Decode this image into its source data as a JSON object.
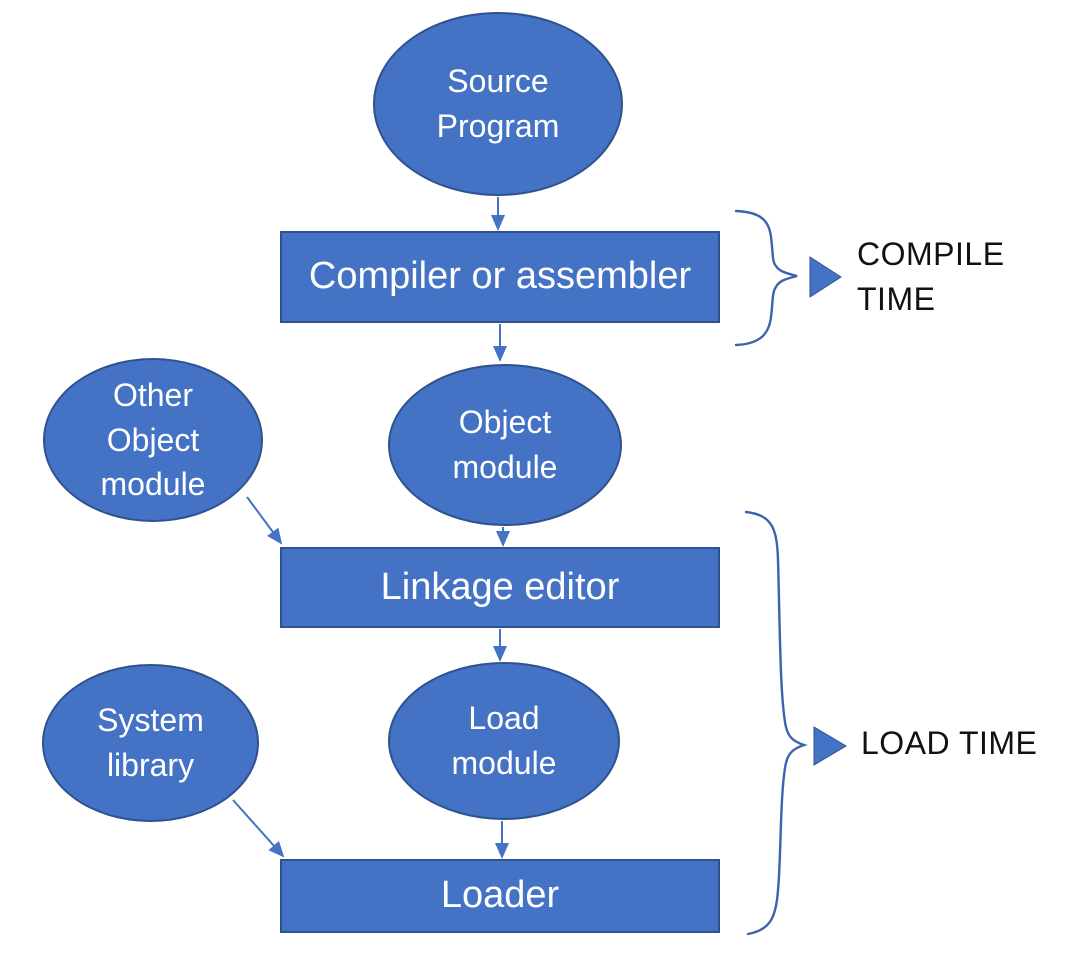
{
  "colors": {
    "shape_fill": "#4472C4",
    "shape_border": "#2F528F",
    "connector": "#4472C4",
    "brace": "#3D63AE",
    "shape_text": "#FFFFFF",
    "annotation_text": "#111111",
    "background": "#FFFFFF"
  },
  "nodes": {
    "source_program": {
      "label": "Source\nProgram",
      "shape": "ellipse"
    },
    "compiler": {
      "label": "Compiler or assembler",
      "shape": "rect"
    },
    "object_module": {
      "label": "Object\nmodule",
      "shape": "ellipse"
    },
    "other_object_module": {
      "label": "Other\nObject\nmodule",
      "shape": "ellipse"
    },
    "linkage_editor": {
      "label": "Linkage editor",
      "shape": "rect"
    },
    "load_module": {
      "label": "Load\nmodule",
      "shape": "ellipse"
    },
    "system_library": {
      "label": "System\nlibrary",
      "shape": "ellipse"
    },
    "loader": {
      "label": "Loader",
      "shape": "rect"
    }
  },
  "edges": [
    {
      "from": "source_program",
      "to": "compiler"
    },
    {
      "from": "compiler",
      "to": "object_module"
    },
    {
      "from": "object_module",
      "to": "linkage_editor"
    },
    {
      "from": "other_object_module",
      "to": "linkage_editor"
    },
    {
      "from": "linkage_editor",
      "to": "load_module"
    },
    {
      "from": "load_module",
      "to": "loader"
    },
    {
      "from": "system_library",
      "to": "loader"
    }
  ],
  "annotations": {
    "compile_time": {
      "label": "COMPILE\nTIME",
      "covers": [
        "compiler"
      ]
    },
    "load_time": {
      "label": "LOAD TIME",
      "covers": [
        "linkage_editor",
        "load_module",
        "loader"
      ]
    }
  }
}
